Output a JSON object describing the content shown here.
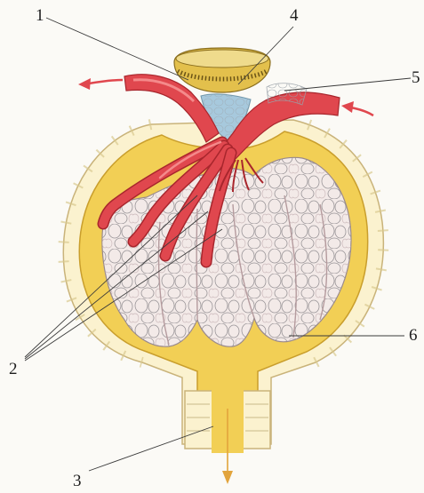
{
  "labels": {
    "l1": "1",
    "l2": "2",
    "l3": "3",
    "l4": "4",
    "l5": "5",
    "l6": "6"
  },
  "colors": {
    "background": "#fbfaf6",
    "capsule_yellow": "#f2cf55",
    "capsule_wall": "#fbf2cf",
    "vessel_red": "#e0474e",
    "vessel_highlight": "#f48a8b",
    "glomerulus_fill": "#f3eae8",
    "juxtaglomerular_blue": "#a7c9dd",
    "macula_densa": "#e3c04c",
    "flow_arrow": "#e0474e",
    "outflow_arrow": "#e2a43c"
  }
}
